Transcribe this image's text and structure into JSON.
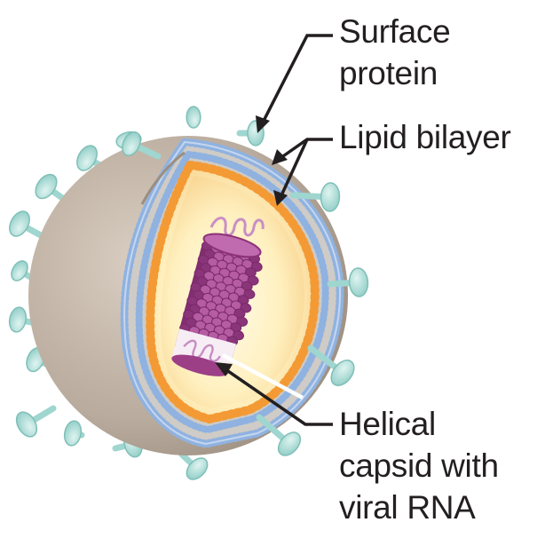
{
  "diagram": {
    "title": "",
    "labels": {
      "surface_protein": {
        "line1": "Surface",
        "line2": "protein"
      },
      "lipid_bilayer": {
        "line1": "Lipid bilayer"
      },
      "helical_capsid": {
        "line1": "Helical",
        "line2": "capsid with",
        "line3": "viral RNA"
      }
    },
    "colors": {
      "outer_shell": "#b6a99b",
      "spike": "#a8dcd6",
      "bilayer_outer": "#a9c3e6",
      "bilayer_inner": "#f4a64a",
      "interior": "#fff3c4",
      "capsid": "#9c3f86",
      "rna": "#c98fc4",
      "leader_line": "#231f20",
      "text": "#231f20"
    }
  }
}
